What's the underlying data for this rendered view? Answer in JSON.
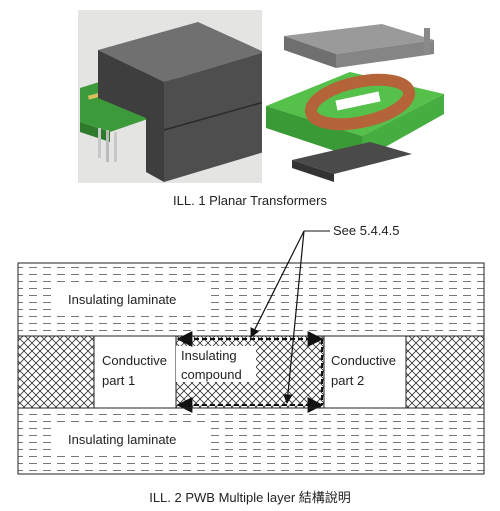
{
  "figure1": {
    "caption": "ILL. 1 Planar Transformers",
    "photo_left_desc_icon": "planar-transformer-photo-icon",
    "photo_right_desc_icon": "planar-transformer-exploded-icon"
  },
  "figure2": {
    "caption": "ILL. 2 PWB Multiple layer 結構說明",
    "callout": "See 5.4.4.5",
    "top_layer": "Insulating laminate",
    "bottom_layer": "Insulating laminate",
    "conductor_left_line1": "Conductive",
    "conductor_left_line2": "part 1",
    "conductor_right_line1": "Conductive",
    "conductor_right_line2": "part 2",
    "compound_line1": "Insulating",
    "compound_line2": "compound"
  },
  "colors": {
    "pcb_green": "#3fa03a",
    "core_gray": "#5a5a5a",
    "copper": "#b5643a",
    "line": "#222222"
  }
}
